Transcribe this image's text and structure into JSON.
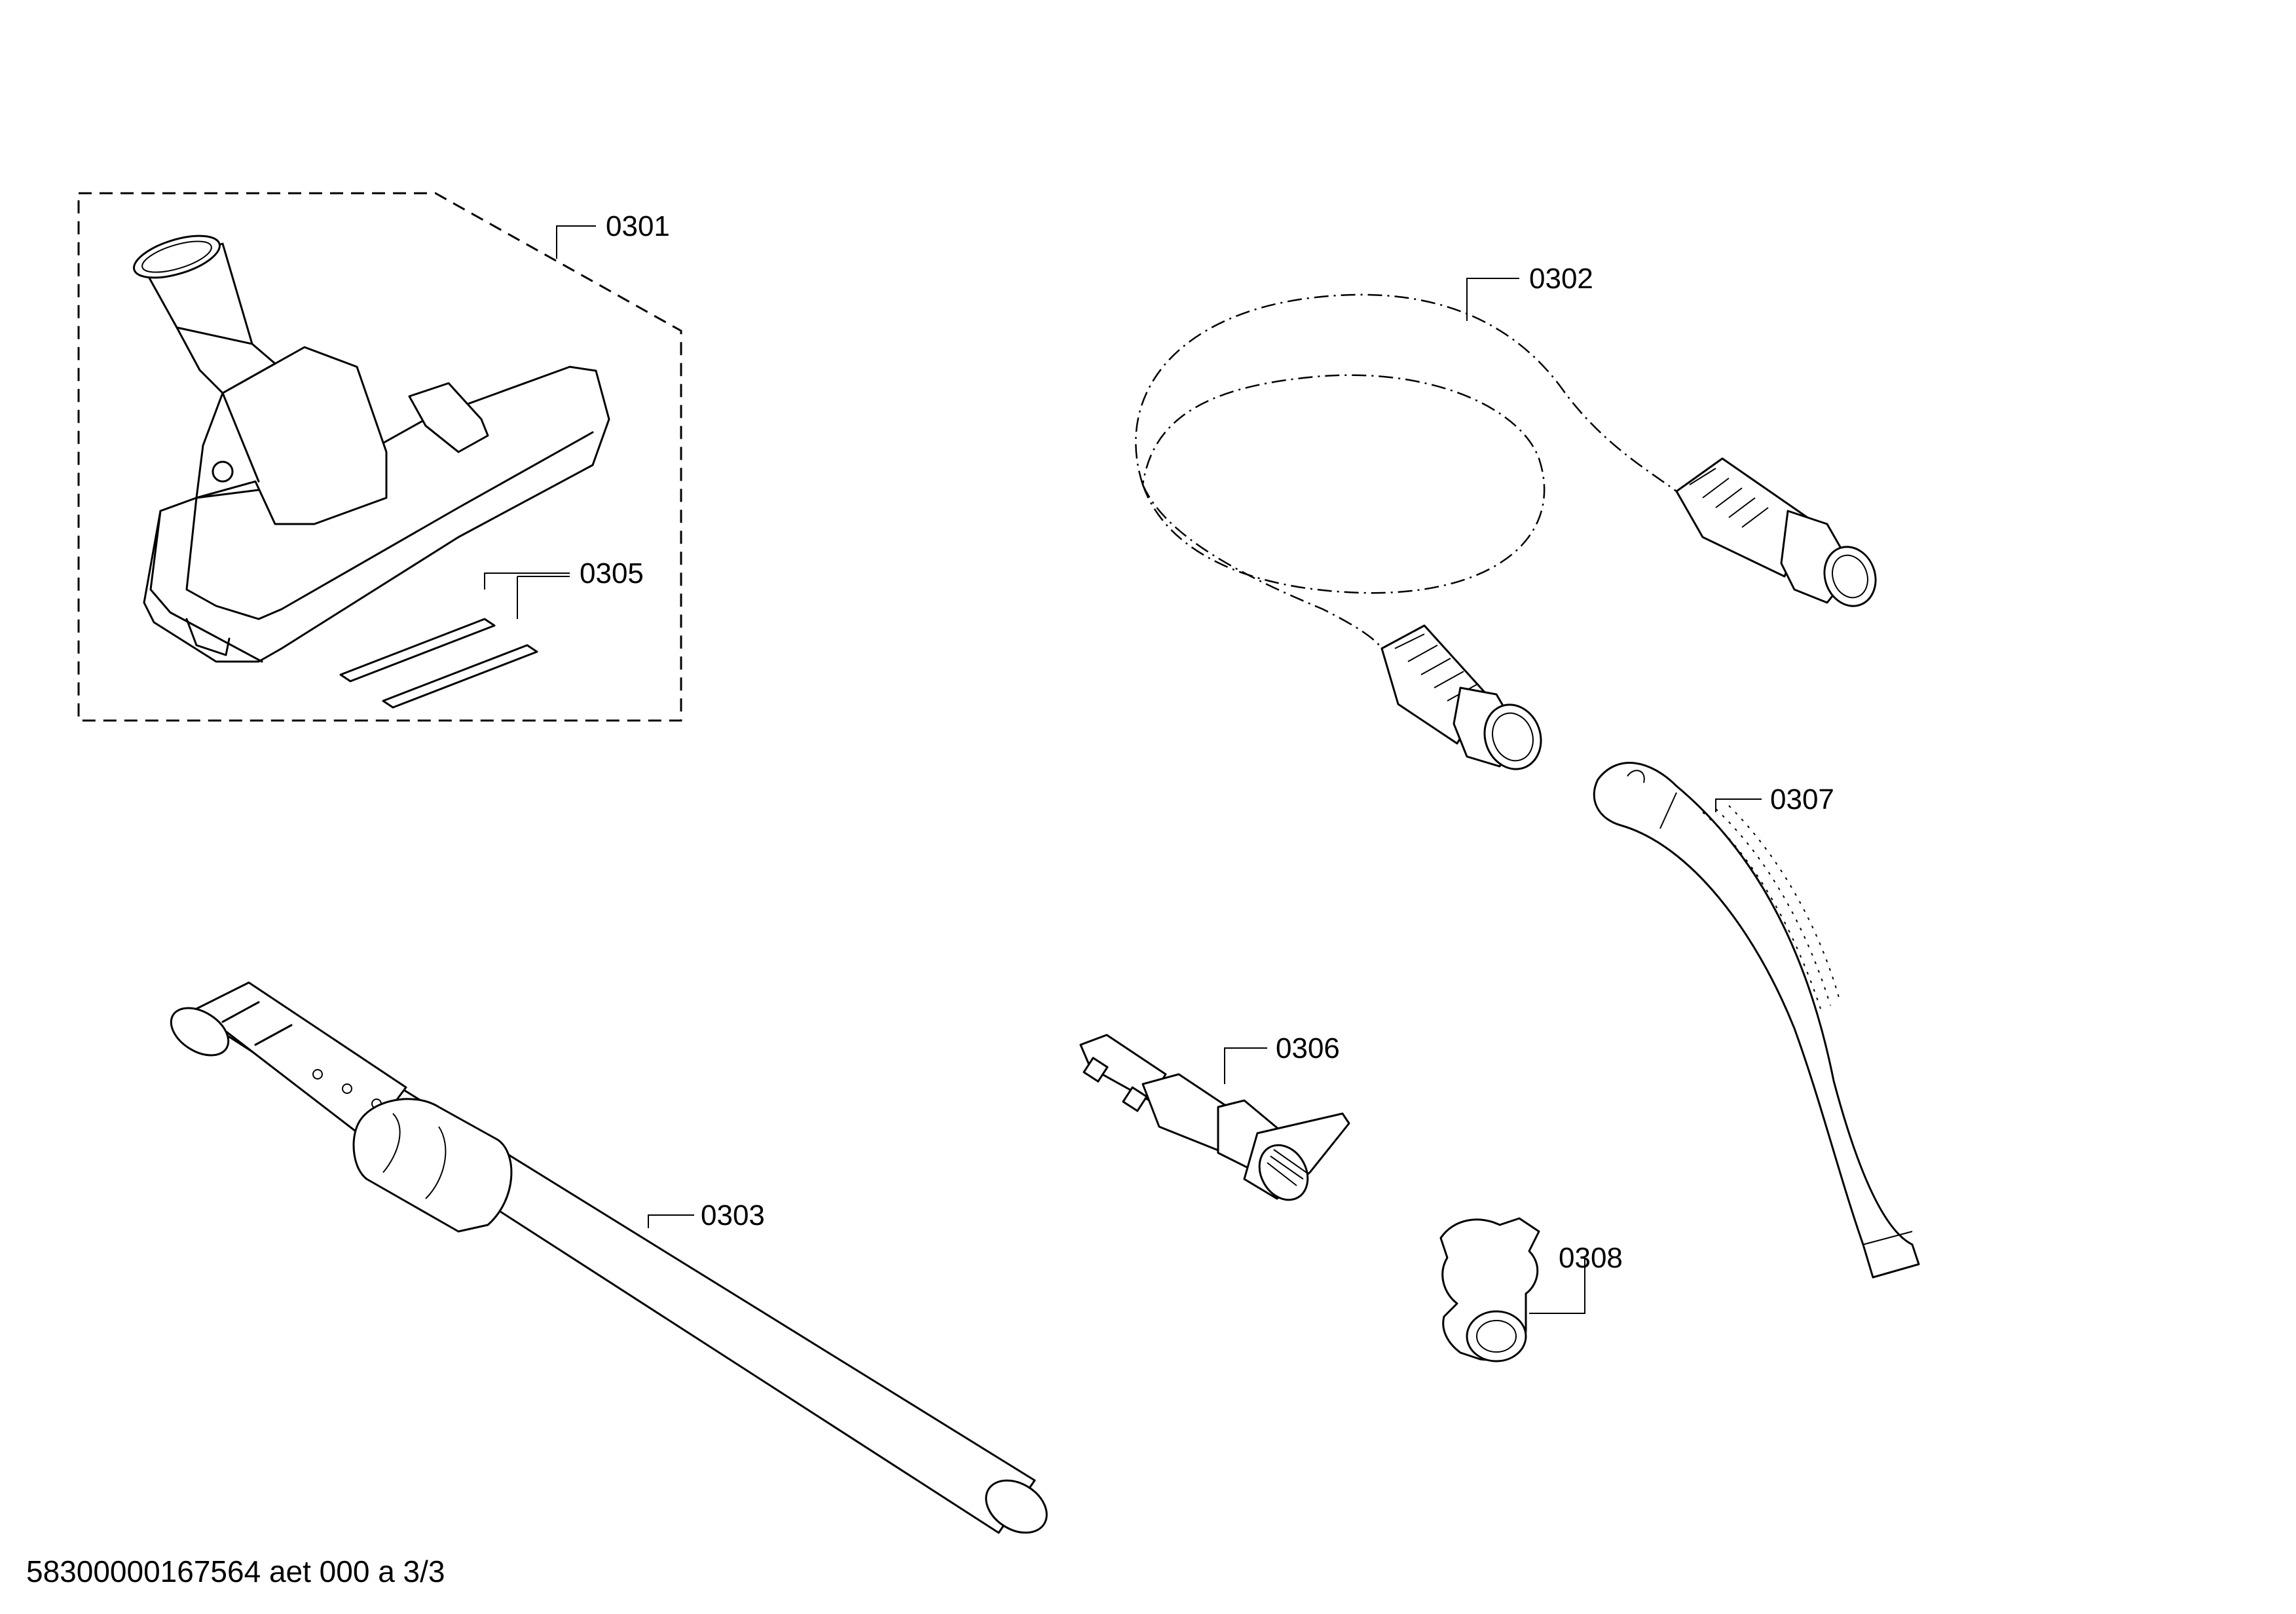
{
  "drawing": {
    "footer": "58300000167564 aet 000 a 3/3"
  },
  "parts": [
    {
      "label": "0301",
      "icon": "floor-nozzle-icon"
    },
    {
      "label": "0302",
      "icon": "hose-icon"
    },
    {
      "label": "0303",
      "icon": "telescopic-tube-icon"
    },
    {
      "label": "0305",
      "icon": "brush-strip-icon"
    },
    {
      "label": "0306",
      "icon": "upholstery-nozzle-icon"
    },
    {
      "label": "0307",
      "icon": "handle-icon"
    },
    {
      "label": "0308",
      "icon": "clip-icon"
    }
  ]
}
